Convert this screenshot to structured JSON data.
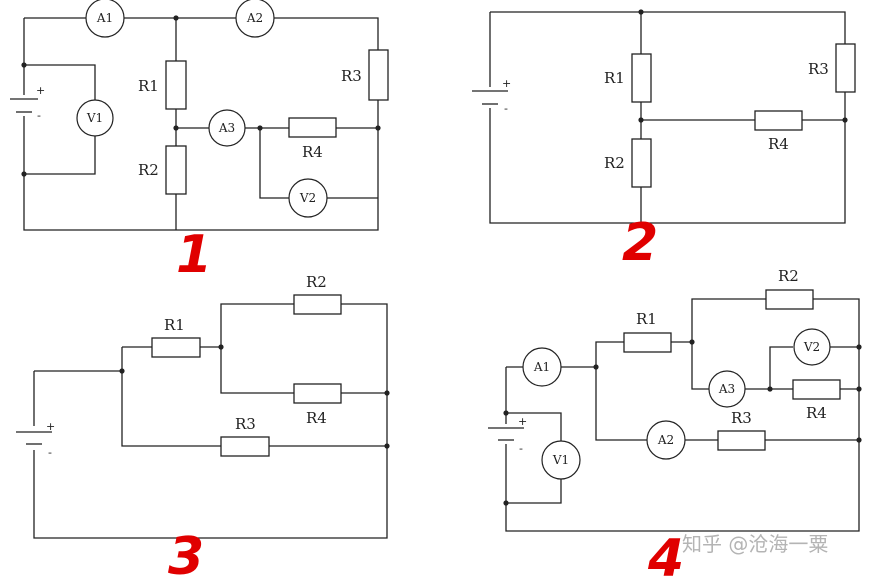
{
  "diagrams": [
    {
      "number": "1",
      "resistors": {
        "r1": "R1",
        "r2": "R2",
        "r3": "R3",
        "r4": "R4"
      },
      "meters": {
        "a1": "A1",
        "a2": "A2",
        "a3": "A3",
        "v1": "V1",
        "v2": "V2"
      },
      "battery": {
        "plus": "+",
        "minus": "-"
      }
    },
    {
      "number": "2",
      "resistors": {
        "r1": "R1",
        "r2": "R2",
        "r3": "R3",
        "r4": "R4"
      },
      "battery": {
        "plus": "+",
        "minus": "-"
      }
    },
    {
      "number": "3",
      "resistors": {
        "r1": "R1",
        "r2": "R2",
        "r3": "R3",
        "r4": "R4"
      },
      "battery": {
        "plus": "+",
        "minus": "-"
      }
    },
    {
      "number": "4",
      "resistors": {
        "r1": "R1",
        "r2": "R2",
        "r3": "R3",
        "r4": "R4"
      },
      "meters": {
        "a1": "A1",
        "a2": "A2",
        "a3": "A3",
        "v1": "V1",
        "v2": "V2"
      },
      "battery": {
        "plus": "+",
        "minus": "-"
      }
    }
  ],
  "watermark": "知乎 @沧海一粟",
  "colors": {
    "wire": "#222222",
    "number": "#e00000",
    "watermark": "#b4b4b4"
  }
}
